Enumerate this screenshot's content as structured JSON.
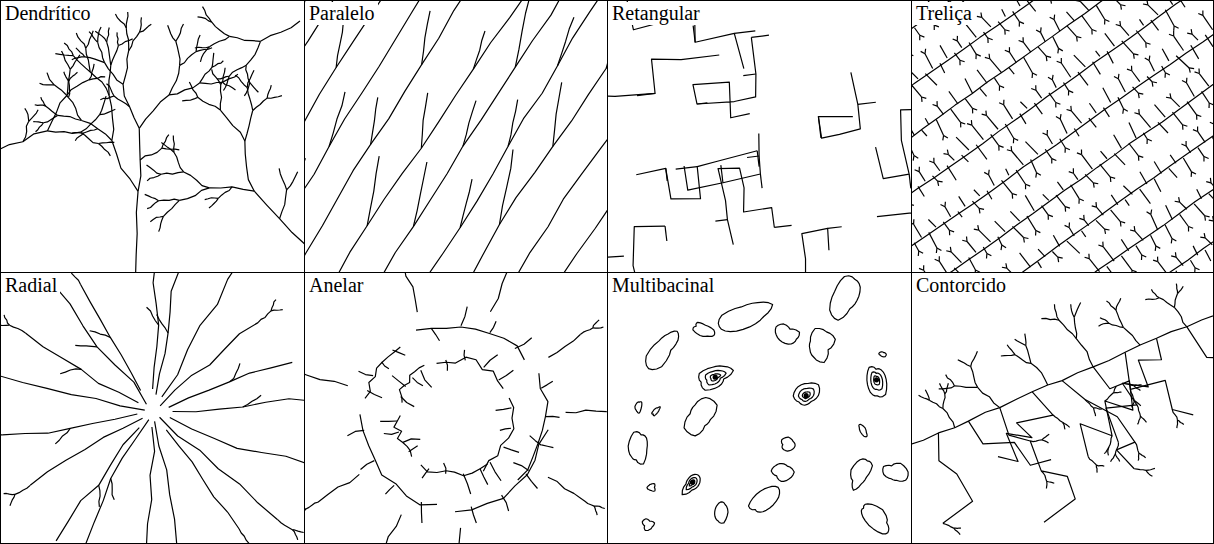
{
  "diagram": {
    "nodes": [
      {
        "text": [
          "Dendrítico"
        ]
      },
      {
        "text": [
          "Paralelo"
        ]
      },
      {
        "text": [
          "Retangular"
        ]
      },
      {
        "text": [
          "Treliça"
        ]
      },
      {
        "text": [
          "Radial"
        ]
      },
      {
        "text": [
          "Anelar"
        ]
      },
      {
        "text": [
          "Multibacinal"
        ]
      },
      {
        "text": [
          "Contorcido"
        ]
      }
    ]
  }
}
